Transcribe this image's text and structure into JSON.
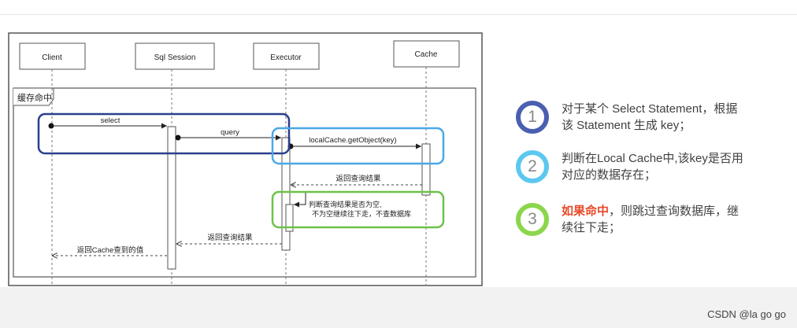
{
  "diagram": {
    "participants": [
      "Client",
      "Sql Session",
      "Executor",
      "Cache"
    ],
    "frame_label": "缓存命中",
    "messages": {
      "select": "select",
      "query": "query",
      "get_object": "localCache.getObject(key)",
      "return_query_result_cache": "返回查询结果",
      "self_check_line1": "判断查询结果是否为空,",
      "self_check_line2": "不为空继续往下走，不查数据库",
      "return_query_result_executor": "返回查询结果",
      "return_cache_value": "返回Cache查到的值"
    },
    "colors": {
      "step1_ring": "#4a5fb0",
      "step2_ring": "#5bc8f0",
      "step3_ring": "#8bd64a",
      "box_dark_blue": "#2b3f8c",
      "box_light_blue": "#4aa8e8",
      "box_green": "#6cc24a",
      "highlight": "#e84a2b"
    }
  },
  "steps": [
    {
      "number": "1",
      "text": "对于某个 Select Statement，根据该 Statement 生成 key；"
    },
    {
      "number": "2",
      "text": "判断在Local Cache中,该key是否用对应的数据存在；"
    },
    {
      "number": "3",
      "highlight": "如果命中",
      "text": "，则跳过查询数据库，继续往下走；"
    }
  ],
  "watermark": "CSDN @la go go"
}
